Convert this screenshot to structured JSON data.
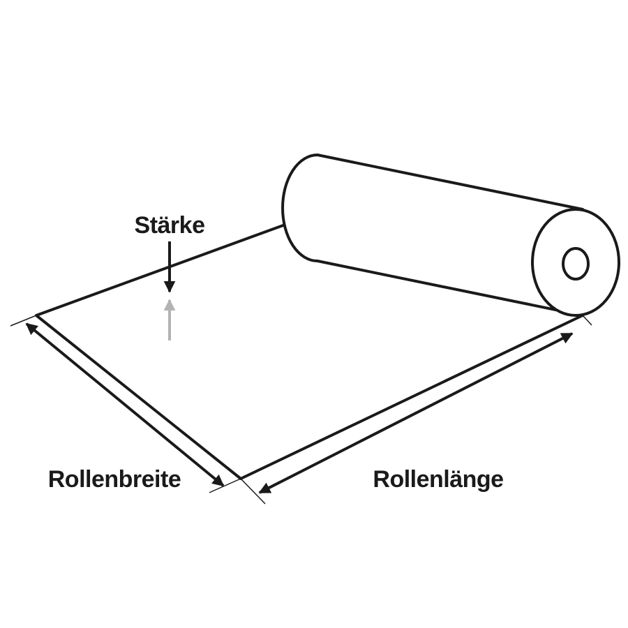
{
  "labels": {
    "thickness": "Stärke",
    "width": "Rollenbreite",
    "length": "Rollenlänge"
  },
  "colors": {
    "line": "#1a1a1a",
    "secondary_arrow": "#b3b3b3",
    "background": "#ffffff"
  }
}
